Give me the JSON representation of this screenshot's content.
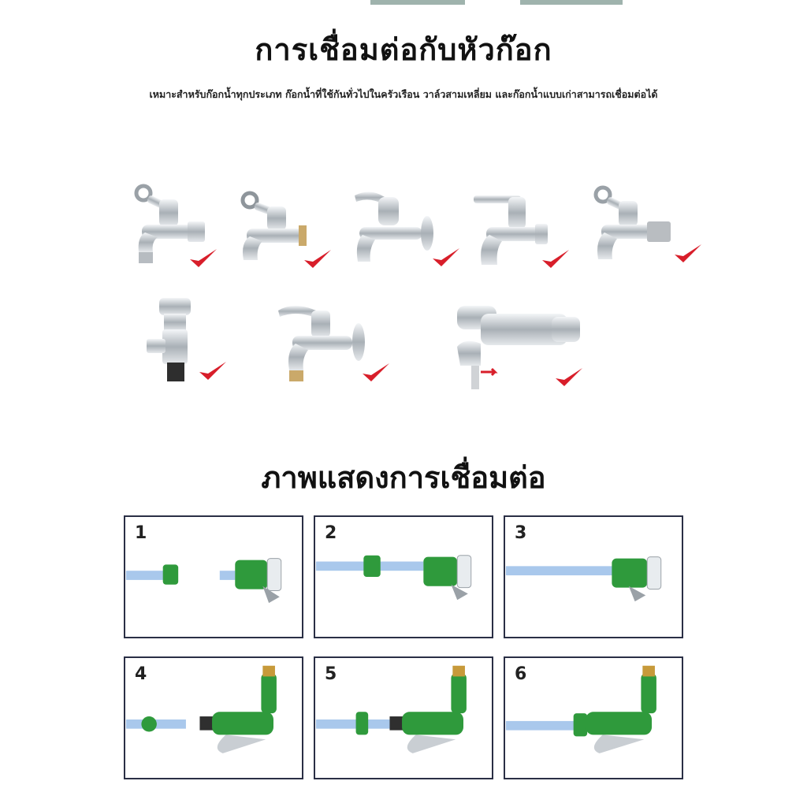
{
  "heading_connection": "การเชื่อมต่อกับหัวก๊อก",
  "description": "เหมาะสำหรับก๊อกน้ำทุกประเภท ก๊อกน้ำที่ใช้กันทั่วไปในครัวเรือน วาล์วสามเหลี่ยม และก๊อกน้ำแบบเก่าสามารถเชื่อมต่อได้",
  "heading_steps": "ภาพแสดงการเชื่อมต่อ",
  "faucets": [
    {
      "icon": "faucet-icon",
      "check": "checkmark-icon"
    },
    {
      "icon": "faucet-icon",
      "check": "checkmark-icon"
    },
    {
      "icon": "faucet-icon",
      "check": "checkmark-icon"
    },
    {
      "icon": "faucet-icon",
      "check": "checkmark-icon"
    },
    {
      "icon": "faucet-icon",
      "check": "checkmark-icon"
    },
    {
      "icon": "angle-valve-icon",
      "check": "checkmark-icon"
    },
    {
      "icon": "faucet-icon",
      "check": "checkmark-icon"
    },
    {
      "icon": "mixer-valve-icon",
      "check": "checkmark-icon"
    }
  ],
  "steps": [
    {
      "number": "1"
    },
    {
      "number": "2"
    },
    {
      "number": "3"
    },
    {
      "number": "4"
    },
    {
      "number": "5"
    },
    {
      "number": "6"
    }
  ],
  "colors": {
    "hose": "#a9c8ec",
    "connector": "#2f9a3c",
    "check": "#d81e2a",
    "border": "#2a2f45"
  }
}
